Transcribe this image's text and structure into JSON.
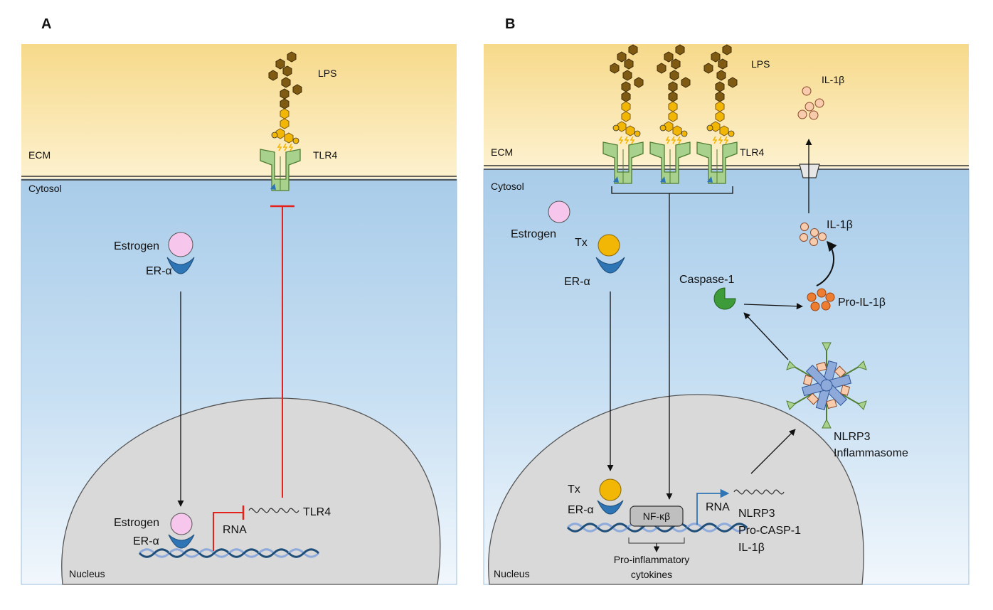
{
  "colors": {
    "ecm_top": "#f6d98a",
    "ecm_bottom": "#fdf1cf",
    "cytosol_top": "#a9cce9",
    "cytosol_bottom": "#eef6fc",
    "nucleus": "#d9d9d9",
    "tlr4": "#a9d18e",
    "tlr4_stroke": "#507e32",
    "estrogen": "#f6c6ec",
    "tx": "#f2b705",
    "er_alpha": "#2e75b6",
    "inhibit": "#e3231b",
    "activate_blue": "#2e75b6",
    "caspase": "#3e9b3a",
    "pro_il1b": "#ed7d31",
    "il1b": "#f8cbad",
    "lps_dark": "#7f5a13",
    "lps_light": "#f2b705"
  },
  "panel_a": {
    "letter": "A",
    "ecm": "ECM",
    "cytosol": "Cytosol",
    "nucleus": "Nucleus",
    "lps": "LPS",
    "tlr4": "TLR4",
    "estrogen": "Estrogen",
    "er_alpha": "ER-α",
    "estrogen_nuc": "Estrogen",
    "er_alpha_nuc": "ER-α",
    "rna": "RNA",
    "tlr4_rna": "TLR4"
  },
  "panel_b": {
    "letter": "B",
    "ecm": "ECM",
    "cytosol": "Cytosol",
    "nucleus": "Nucleus",
    "lps": "LPS",
    "tlr4": "TLR4",
    "il1b_out": "IL-1β",
    "estrogen": "Estrogen",
    "tx": "Tx",
    "er_alpha": "ER-α",
    "il1b_in": "IL-1β",
    "caspase": "Caspase-1",
    "pro_il1b": "Pro-IL-1β",
    "nlrp3_line1": "NLRP3",
    "nlrp3_line2": "Inflammasome",
    "tx_nuc": "Tx",
    "er_alpha_nuc": "ER-α",
    "nfkb": "NF-κβ",
    "rna": "RNA",
    "gene1": "NLRP3",
    "gene2": "Pro-CASP-1",
    "gene3": "IL-1β",
    "cytokines_line1": "Pro-inflammatory",
    "cytokines_line2": "cytokines"
  }
}
